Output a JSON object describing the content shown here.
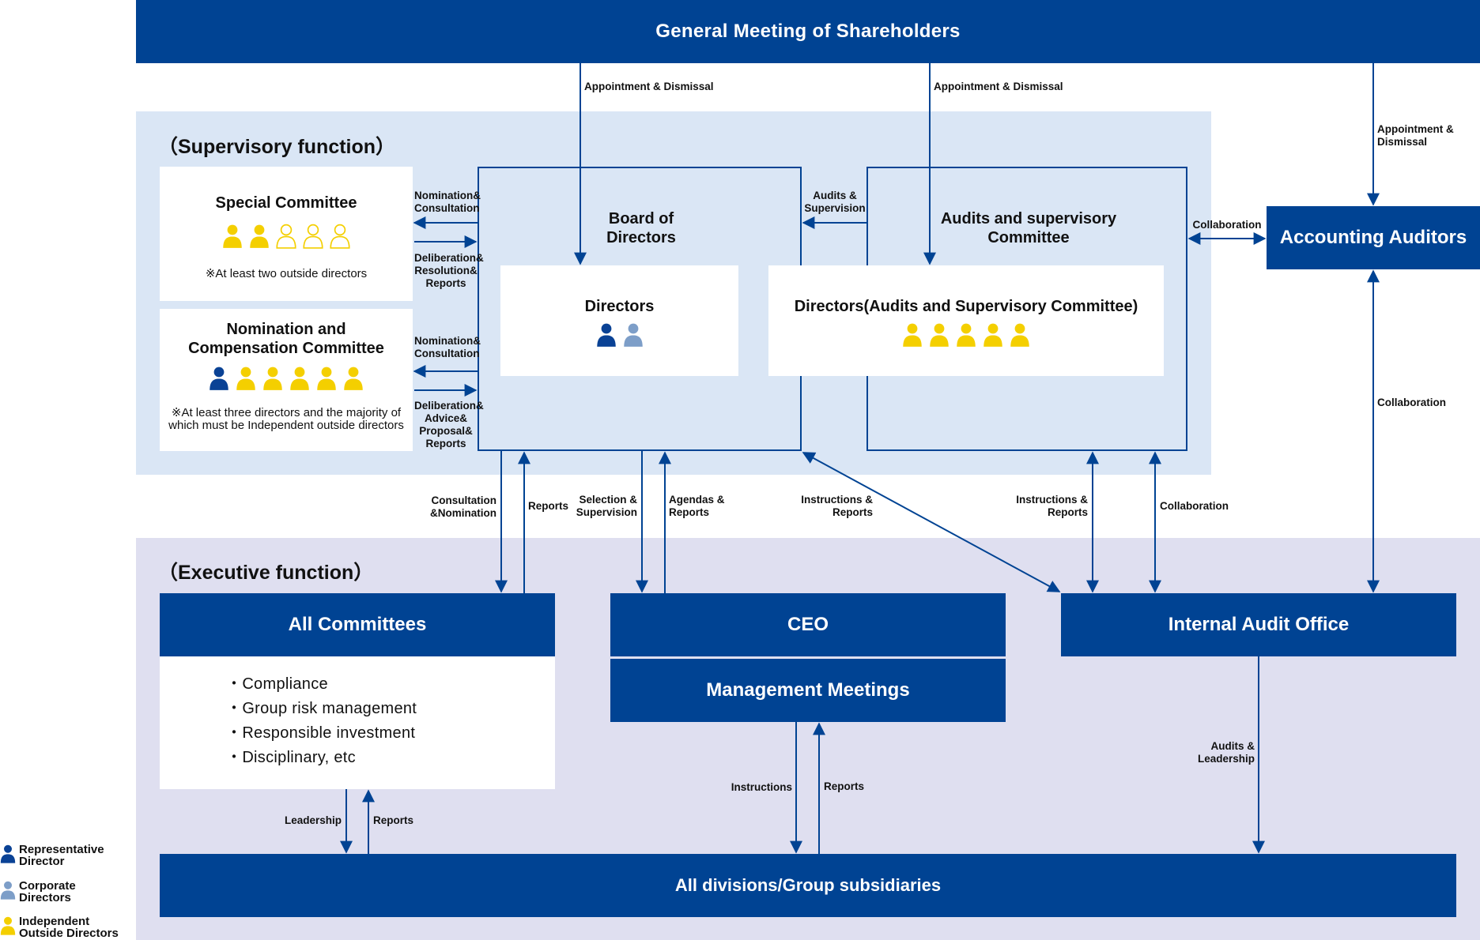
{
  "header": {
    "title": "General Meeting of Shareholders"
  },
  "supervisory": {
    "title": "（Supervisory function）",
    "special_committee": {
      "title": "Special Committee",
      "members": [
        "independent",
        "independent",
        "independent-outline",
        "independent-outline",
        "independent-outline"
      ],
      "note": "※At least two outside directors"
    },
    "nomination_committee": {
      "title_line1": "Nomination and",
      "title_line2": "Compensation Committee",
      "members": [
        "representative",
        "independent",
        "independent",
        "independent",
        "independent",
        "independent"
      ],
      "note_line1": "※At least three directors and the majority of",
      "note_line2": "which must be Independent outside directors"
    },
    "board": {
      "title_line1": "Board of",
      "title_line2": "Directors",
      "directors_title": "Directors",
      "members": [
        "representative",
        "corporate"
      ]
    },
    "audit_committee": {
      "title_line1": "Audits and supervisory",
      "title_line2": "Committee",
      "directors_title": "Directors(Audits and Supervisory Committee)",
      "members": [
        "independent",
        "independent",
        "independent",
        "independent",
        "independent"
      ]
    }
  },
  "accounting_auditors": {
    "title": "Accounting Auditors"
  },
  "executive": {
    "title": "（Executive function）",
    "all_committees": {
      "title": "All Committees",
      "items": [
        "Compliance",
        "Group risk management",
        "Responsible investment",
        "Disciplinary, etc"
      ]
    },
    "ceo": {
      "title": "CEO"
    },
    "management_meetings": {
      "title": "Management Meetings"
    },
    "internal_audit": {
      "title": "Internal Audit Office"
    },
    "divisions": {
      "title": "All divisions/Group subsidiaries"
    }
  },
  "labels": {
    "appt1": "Appointment & Dismissal",
    "appt2": "Appointment & Dismissal",
    "appt3_l1": "Appointment &",
    "appt3_l2": "Dismissal",
    "audits_supervision_l1": "Audits &",
    "audits_supervision_l2": "Supervision",
    "collab_auditors": "Collaboration",
    "collab_right": "Collaboration",
    "nom_consult1_l1": "Nomination&",
    "nom_consult1_l2": "Consultation",
    "delib1_l1": "Deliberation&",
    "delib1_l2": "Resolution&",
    "delib1_l3": "Reports",
    "nom_consult2_l1": "Nomination&",
    "nom_consult2_l2": "Consultation",
    "delib2_l1": "Deliberation&",
    "delib2_l2": "Advice&",
    "delib2_l3": "Proposal&",
    "delib2_l4": "Reports",
    "consult_nom_l1": "Consultation",
    "consult_nom_l2": "&Nomination",
    "reports1": "Reports",
    "selection_l1": "Selection &",
    "selection_l2": "Supervision",
    "agendas_l1": "Agendas &",
    "agendas_l2": "Reports",
    "instr_reports1_l1": "Instructions &",
    "instr_reports1_l2": "Reports",
    "instr_reports2_l1": "Instructions &",
    "instr_reports2_l2": "Reports",
    "collab_audit": "Collaboration",
    "leadership": "Leadership",
    "reports2": "Reports",
    "instructions": "Instructions",
    "reports3": "Reports",
    "audits_leadership_l1": "Audits &",
    "audits_leadership_l2": "Leadership"
  },
  "legend": [
    {
      "type": "representative",
      "line1": "Representative",
      "line2": "Director"
    },
    {
      "type": "corporate",
      "line1": "Corporate",
      "line2": "Directors"
    },
    {
      "type": "independent",
      "line1": "Independent",
      "line2": "Outside Directors"
    }
  ],
  "colors": {
    "navy": "#004393",
    "representative": "#0a4295",
    "corporate": "#7d9ec8",
    "independent": "#f4cf00",
    "supervisory_bg": "#dae6f5",
    "executive_bg": "#dfdff0"
  }
}
